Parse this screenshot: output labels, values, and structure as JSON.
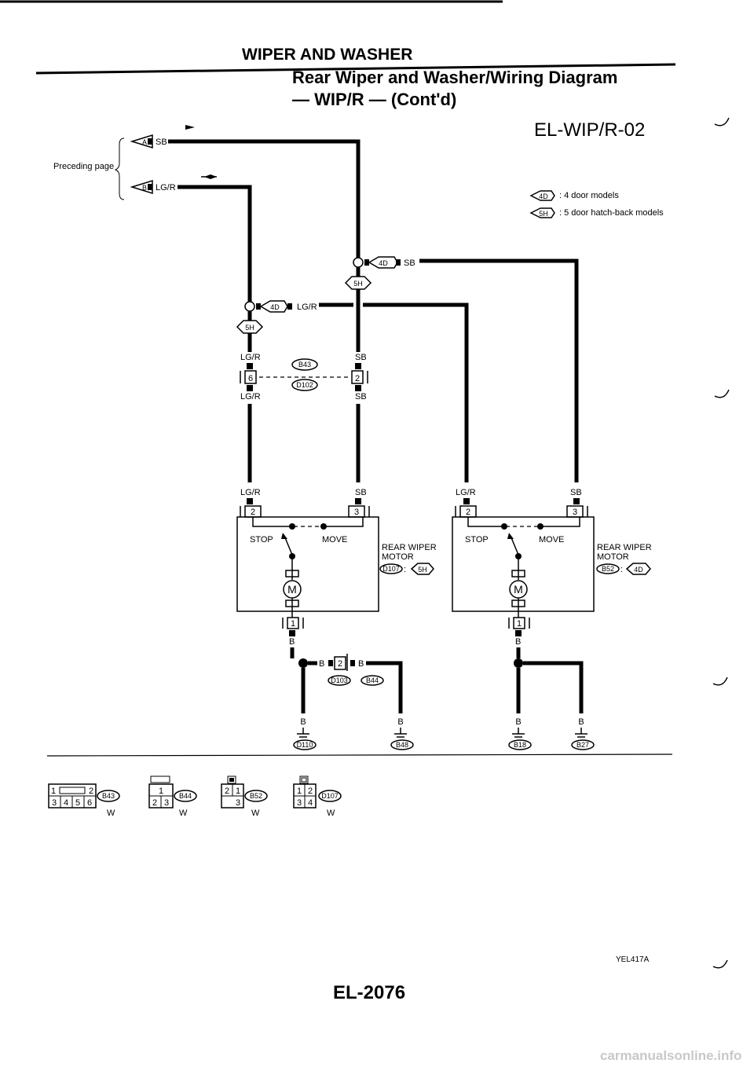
{
  "header": {
    "section": "WIPER AND WASHER",
    "title_line1": "Rear Wiper and Washer/Wiring Diagram",
    "title_line2": "— WIP/R — (Cont'd)",
    "diagram_code": "EL-WIP/R-02"
  },
  "legend": [
    {
      "tag": "4D",
      "text": ": 4 door models"
    },
    {
      "tag": "5H",
      "text": ": 5 door hatch-back models"
    }
  ],
  "preceding_page": {
    "label": "Preceding page",
    "connections": [
      {
        "tag": "A",
        "wire": "SB"
      },
      {
        "tag": "B",
        "wire": "LG/R"
      }
    ]
  },
  "junctions": [
    {
      "tag": "4D",
      "wire": "SB",
      "branch": "5H"
    },
    {
      "tag": "4D",
      "wire": "LG/R",
      "branch": "5H"
    }
  ],
  "harness_connector": {
    "left_wire_top": "LG/R",
    "left_pin": "6",
    "left_wire_bottom": "LG/R",
    "right_wire_top": "SB",
    "right_pin": "2",
    "right_wire_bottom": "SB",
    "connector_top": "B43",
    "connector_bottom": "D102"
  },
  "motors": [
    {
      "name": "REAR WIPER\nMOTOR",
      "name_line1": "REAR WIPER",
      "name_line2": "MOTOR",
      "connector": "D107",
      "model": "5H",
      "wires": {
        "left": "LG/R",
        "right": "SB"
      },
      "pins": {
        "left": "2",
        "right": "3",
        "bottom": "1"
      },
      "switch": {
        "stop": "STOP",
        "move": "MOVE"
      },
      "symbol": "M",
      "ground_wire": "B"
    },
    {
      "name_line1": "REAR WIPER",
      "name_line2": "MOTOR",
      "connector": "B52",
      "model": "4D",
      "wires": {
        "left": "LG/R",
        "right": "SB"
      },
      "pins": {
        "left": "2",
        "right": "3",
        "bottom": "1"
      },
      "switch": {
        "stop": "STOP",
        "move": "MOVE"
      },
      "symbol": "M",
      "ground_wire": "B"
    }
  ],
  "ground_joint": {
    "wire_in": "B",
    "pin": "2",
    "wire_out": "B",
    "connectors": [
      "D103",
      "B44"
    ]
  },
  "grounds": [
    {
      "wire": "B",
      "label": "D110"
    },
    {
      "wire": "B",
      "label": "B48"
    },
    {
      "wire": "B",
      "label": "B18"
    },
    {
      "wire": "B",
      "label": "B27"
    }
  ],
  "connector_views": [
    {
      "id": "B43",
      "color": "W",
      "top_row": [
        "1",
        "",
        "2"
      ],
      "bottom_row": [
        "3",
        "4",
        "5",
        "6"
      ]
    },
    {
      "id": "B44",
      "color": "W",
      "top_row": [
        "1"
      ],
      "bottom_row": [
        "2",
        "3"
      ]
    },
    {
      "id": "B52",
      "color": "W",
      "top_row": [
        "2",
        "1"
      ],
      "bottom_row": [
        "3"
      ]
    },
    {
      "id": "D107",
      "color": "W",
      "top_row": [
        "1",
        "2"
      ],
      "bottom_row": [
        "3",
        "4"
      ]
    }
  ],
  "footer": {
    "figure_id": "YEL417A",
    "page_number": "EL-2076",
    "watermark": "carmanualsonline.info"
  }
}
